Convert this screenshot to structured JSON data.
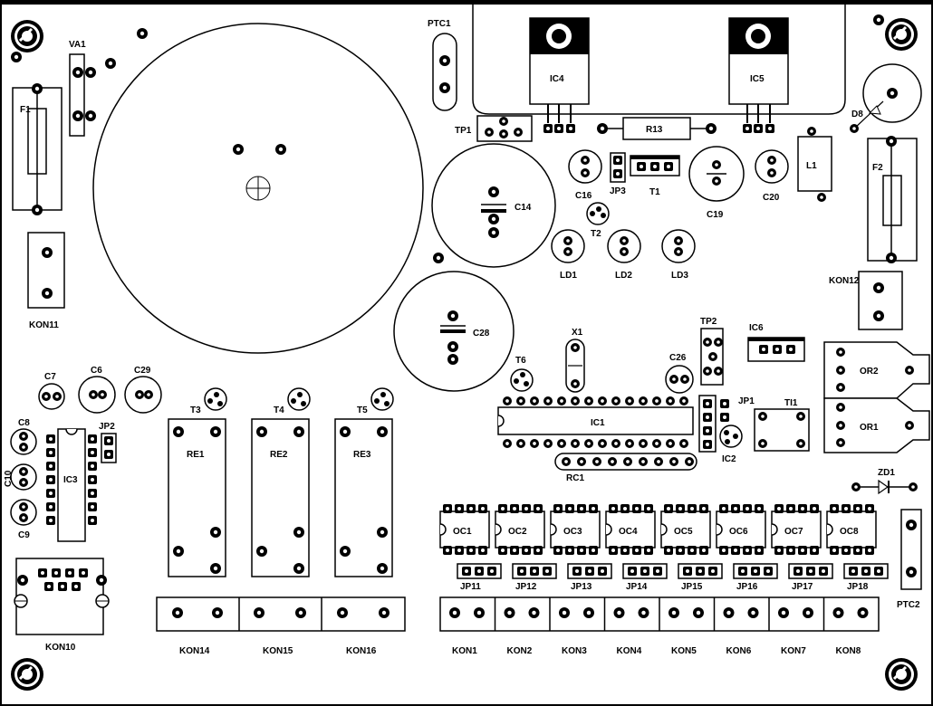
{
  "board": {
    "labels": {
      "va1": "VA1",
      "f1": "F1",
      "kon11": "KON11",
      "ptc1": "PTC1",
      "ic4": "IC4",
      "ic5": "IC5",
      "r13": "R13",
      "tp1": "TP1",
      "c14": "C14",
      "c16": "C16",
      "jp3": "JP3",
      "t1": "T1",
      "c19": "C19",
      "c20": "C20",
      "l1": "L1",
      "d8": "D8",
      "f2": "F2",
      "t2": "T2",
      "ld1": "LD1",
      "ld2": "LD2",
      "ld3": "LD3",
      "kon12": "KON12",
      "c28": "C28",
      "x1": "X1",
      "tp2": "TP2",
      "ic6": "IC6",
      "or2": "OR2",
      "or1": "OR1",
      "t6": "T6",
      "c26": "C26",
      "jp1": "JP1",
      "tl1": "TI1",
      "ic1": "IC1",
      "ic2": "IC2",
      "rc1": "RC1",
      "zd1": "ZD1",
      "c7": "C7",
      "c6": "C6",
      "c29": "C29",
      "c8": "C8",
      "c10": "C10",
      "c9": "C9",
      "ic3": "IC3",
      "jp2": "JP2",
      "t3": "T3",
      "t4": "T4",
      "t5": "T5",
      "re1": "RE1",
      "re2": "RE2",
      "re3": "RE3",
      "kon10": "KON10",
      "kon14": "KON14",
      "kon15": "KON15",
      "kon16": "KON16",
      "ptc2": "PTC2",
      "oc": [
        "OC1",
        "OC2",
        "OC3",
        "OC4",
        "OC5",
        "OC6",
        "OC7",
        "OC8"
      ],
      "jp_row": [
        "JP11",
        "JP12",
        "JP13",
        "JP14",
        "JP15",
        "JP16",
        "JP17",
        "JP18"
      ],
      "kon_row": [
        "KON1",
        "KON2",
        "KON3",
        "KON4",
        "KON5",
        "KON6",
        "KON7",
        "KON8"
      ]
    }
  }
}
